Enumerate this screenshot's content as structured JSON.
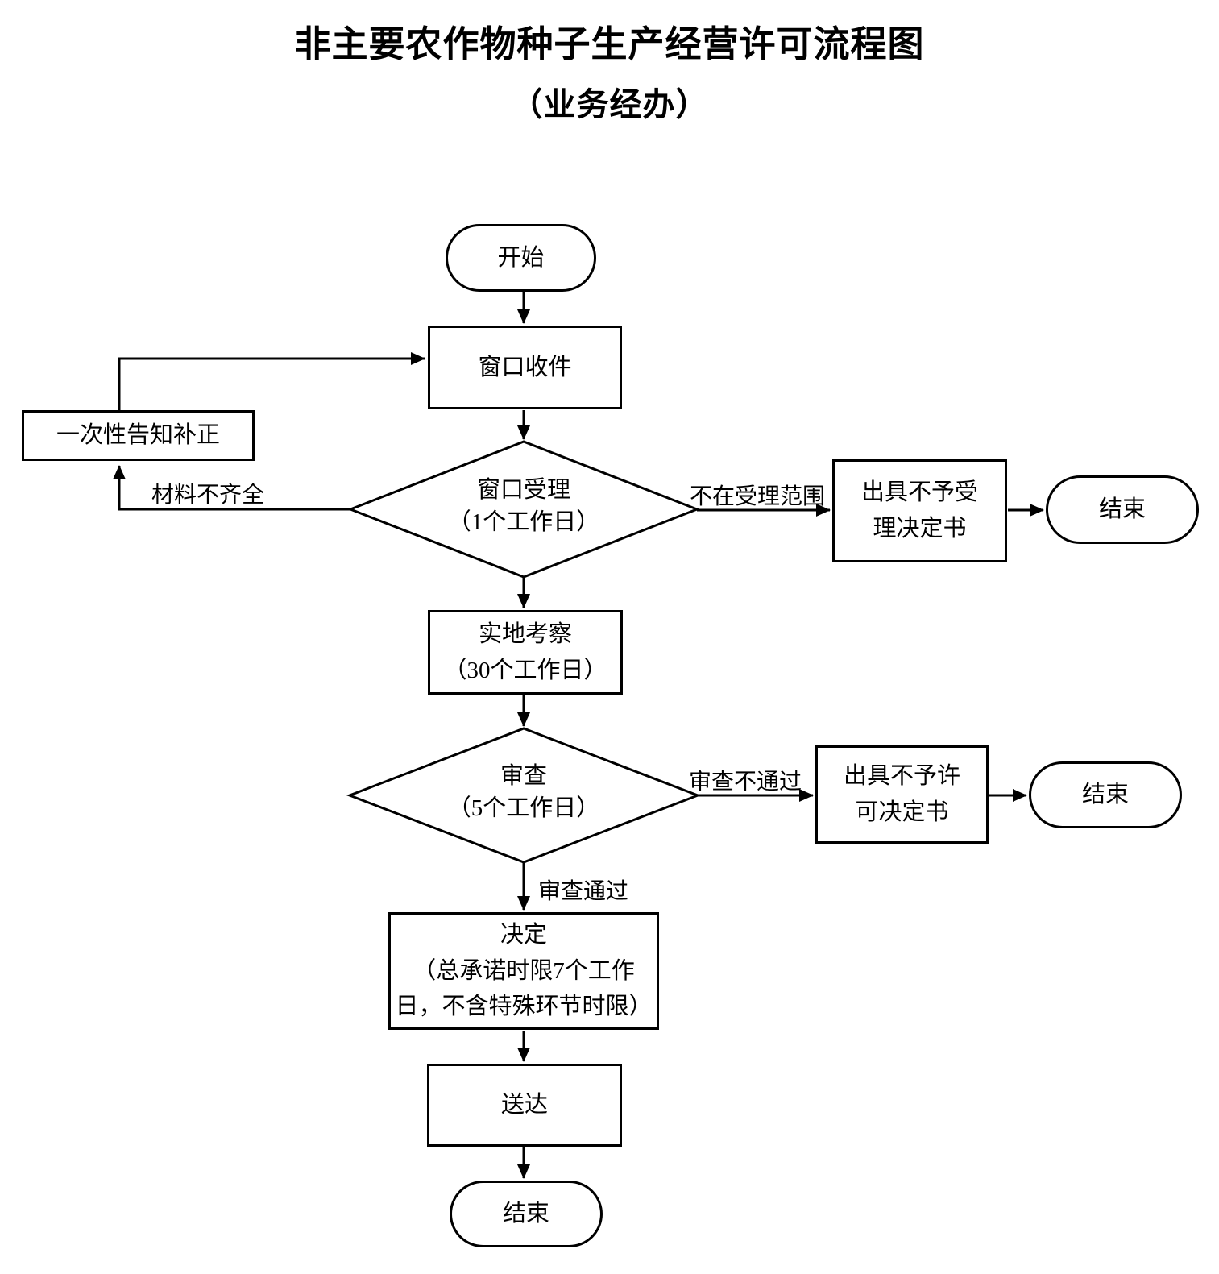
{
  "header": {
    "title": "非主要农作物种子生产经营许可流程图",
    "subtitle": "（业务经办）"
  },
  "colors": {
    "stroke": "#000000",
    "background": "#ffffff",
    "text": "#000000"
  },
  "flowchart": {
    "nodes": {
      "start": {
        "type": "terminator",
        "lines": [
          "开始"
        ]
      },
      "window_receive": {
        "type": "process",
        "lines": [
          "窗口收件"
        ]
      },
      "window_accept": {
        "type": "decision",
        "lines": [
          "窗口受理",
          "（1个工作日）"
        ]
      },
      "one_time_notice": {
        "type": "process",
        "lines": [
          "一次性告知补正"
        ]
      },
      "reject_acceptance": {
        "type": "process",
        "lines": [
          "出具不予受",
          "理决定书"
        ]
      },
      "end_1": {
        "type": "terminator",
        "lines": [
          "结束"
        ]
      },
      "site_inspection": {
        "type": "process",
        "lines": [
          "实地考察",
          "（30个工作日）"
        ]
      },
      "review": {
        "type": "decision",
        "lines": [
          "审查",
          "（5个工作日）"
        ]
      },
      "reject_license": {
        "type": "process",
        "lines": [
          "出具不予许",
          "可决定书"
        ]
      },
      "end_2": {
        "type": "terminator",
        "lines": [
          "结束"
        ]
      },
      "decision": {
        "type": "process",
        "lines": [
          "决定",
          "（总承诺时限7个工作",
          "日，不含特殊环节时限）"
        ]
      },
      "delivery": {
        "type": "process",
        "lines": [
          "送达"
        ]
      },
      "end_3": {
        "type": "terminator",
        "lines": [
          "结束"
        ]
      }
    },
    "edge_labels": {
      "materials_incomplete": "材料不齐全",
      "out_of_scope": "不在受理范围",
      "review_failed": "审查不通过",
      "review_passed": "审查通过"
    }
  }
}
